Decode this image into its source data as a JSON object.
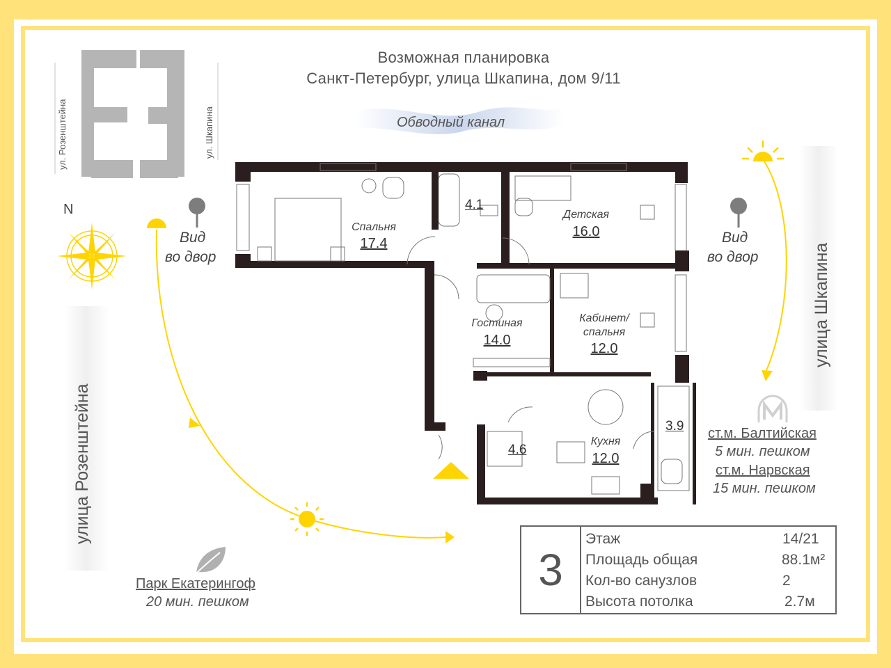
{
  "header": {
    "title_line1": "Возможная планировка",
    "title_line2": "Санкт-Петербург, улица Шкапина, дом 9/11",
    "canal": "Обводный канал"
  },
  "streets": {
    "small_left": "ул. Розенштейна",
    "small_right": "ул. Шкапина",
    "big_left": "улица Розенштейна",
    "big_right": "улица Шкапина"
  },
  "compass": {
    "north": "N"
  },
  "views": {
    "left_line1": "Вид",
    "left_line2": "во двор",
    "right_line1": "Вид",
    "right_line2": "во двор"
  },
  "rooms": {
    "bedroom": {
      "name": "Спальня",
      "area": "17.4"
    },
    "bath1": {
      "area": "4.1"
    },
    "kids": {
      "name": "Детская",
      "area": "16.0"
    },
    "living": {
      "name": "Гостиная",
      "area": "14.0"
    },
    "office": {
      "name_line1": "Кабинет/",
      "name_line2": "спальня",
      "area": "12.0"
    },
    "bath2": {
      "area": "4.6"
    },
    "kitchen": {
      "name": "Кухня",
      "area": "12.0"
    },
    "balcony": {
      "area": "3.9"
    }
  },
  "metro": {
    "station1": "ст.м. Балтийская",
    "time1": "5 мин. пешком",
    "station2": "ст.м. Нарвская",
    "time2": "15 мин. пешком"
  },
  "park": {
    "name": "Парк Екатерингоф",
    "time": "20 мин. пешком"
  },
  "info": {
    "rooms_count": "3",
    "rows": [
      {
        "label": "Этаж",
        "value": "14/21"
      },
      {
        "label": "Площадь общая",
        "value": "88.1м²"
      },
      {
        "label": "Кол-во санузлов",
        "value": "2"
      },
      {
        "label": "Высота потолка",
        "value": "2.7м"
      }
    ]
  },
  "colors": {
    "accent": "#ffd400",
    "frame": "#ffe37a",
    "wall": "#2a1e1e",
    "text": "#555555"
  }
}
